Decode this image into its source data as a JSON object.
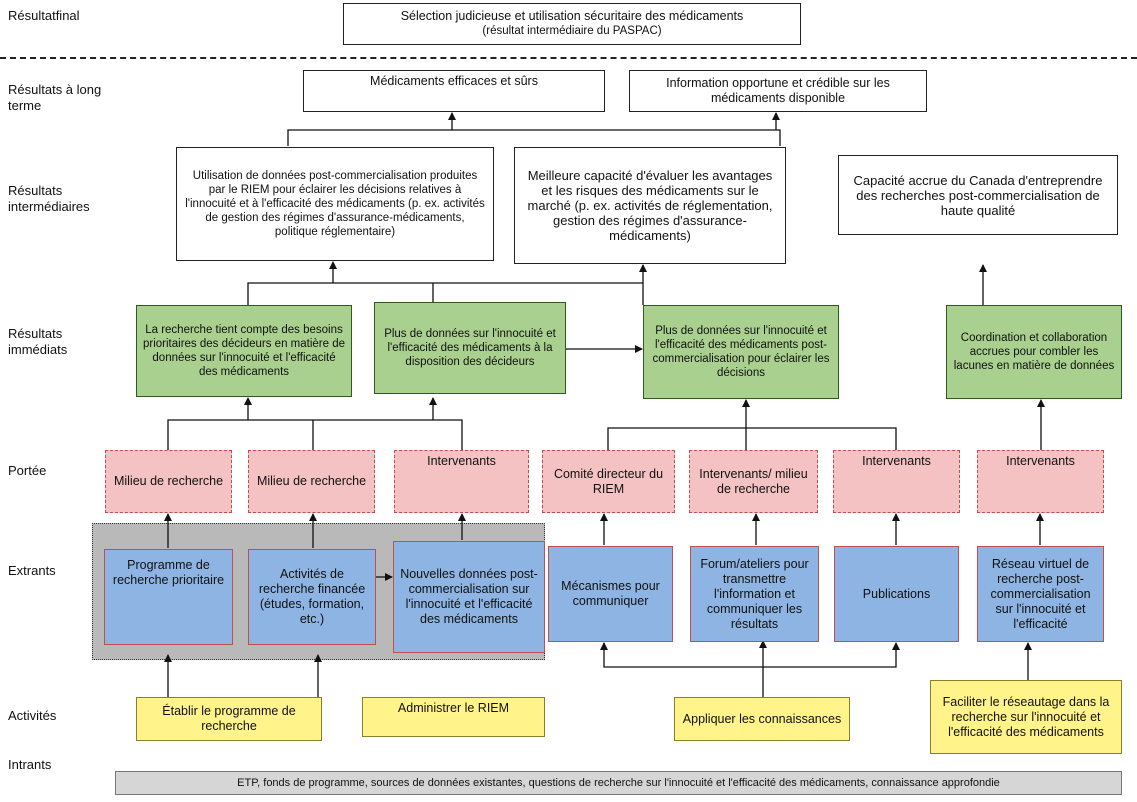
{
  "rows": {
    "final": "Résultatfinal",
    "long_term": "Résultats à long terme",
    "intermediate": "Résultats intermédiaires",
    "immediate": "Résultats immédiats",
    "reach": "Portée",
    "outputs": "Extrants",
    "activities": "Activités",
    "inputs": "Intrants"
  },
  "final": {
    "line1": "Sélection judicieuse et utilisation sécuritaire des médicaments",
    "line2": "(résultat intermédiaire du PASPAC)"
  },
  "long_term": [
    "Médicaments efficaces et sûrs",
    "Information opportune et crédible sur les médicaments disponible"
  ],
  "intermediate": [
    "Utilisation de données post-commercialisation produites par le RIEM pour éclairer les décisions relatives à l'innocuité et à l'efficacité des médicaments (p. ex. activités de gestion des régimes d'assurance-médicaments, politique réglementaire)",
    "Meilleure capacité d'évaluer les avantages et les risques des médicaments sur le marché (p. ex. activités de réglementation, gestion des régimes d'assurance-médicaments)",
    "Capacité accrue du Canada d'entreprendre des recherches post-commercialisation de haute qualité"
  ],
  "immediate": [
    "La recherche tient compte des besoins prioritaires des décideurs en matière de données sur l'innocuité et l'efficacité des médicaments",
    "Plus de données sur l'innocuité et l'efficacité des médicaments à la disposition des décideurs",
    "Plus de données sur l'innocuité et l'efficacité des médicaments post-commercialisation pour éclairer les décisions",
    "Coordination et collaboration accrues pour combler les lacunes en matière de données"
  ],
  "reach": [
    "Milieu de recherche",
    "Milieu de recherche",
    "Intervenants",
    "Comité directeur du RIEM",
    "Intervenants/ milieu de recherche",
    "Intervenants",
    "Intervenants"
  ],
  "outputs": [
    "Programme de recherche prioritaire",
    "Activités de recherche financée (études, formation, etc.)",
    "Nouvelles données post-commercialisation sur l'innocuité et l'efficacité des médicaments",
    "Mécanismes pour communiquer",
    "Forum/ateliers pour transmettre l'information et communiquer les résultats",
    "Publications",
    "Réseau virtuel de recherche post-commercialisation sur l'innocuité et l'efficacité"
  ],
  "activities": [
    "Établir le programme de recherche",
    "Administrer le RIEM",
    "Appliquer les connaissances",
    "Faciliter le réseautage dans la recherche sur l'innocuité et l'efficacité des médicaments"
  ],
  "inputs": "ETP, fonds de programme, sources de données existantes, questions de recherche sur l'innocuité et l'efficacité des médicaments, connaissance approfondie"
}
